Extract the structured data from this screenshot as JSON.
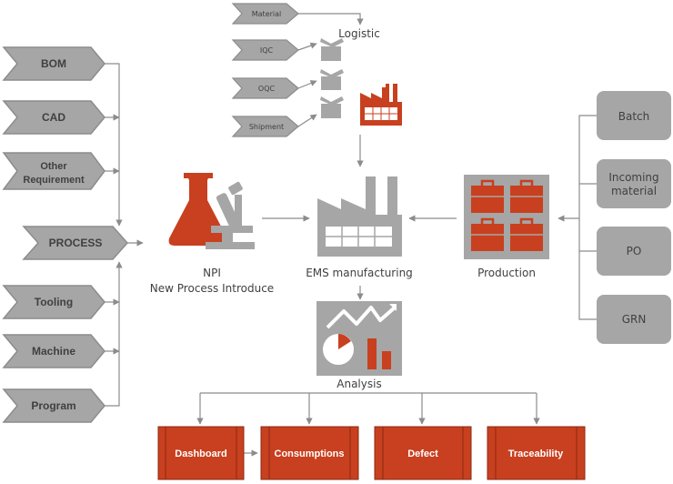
{
  "left_inputs": {
    "bom": "BOM",
    "cad": "CAD",
    "other_req_line1": "Other",
    "other_req_line2": "Requirement",
    "process": "PROCESS",
    "tooling": "Tooling",
    "machine": "Machine",
    "program": "Program"
  },
  "logistic": {
    "title": "Logistic",
    "material": "Material",
    "iqc": "IQC",
    "oqc": "OQC",
    "shipment": "Shipment"
  },
  "npi": {
    "line1": "NPI",
    "line2": "New Process Introduce"
  },
  "ems": {
    "label": "EMS manufacturing"
  },
  "production": {
    "label": "Production"
  },
  "analysis": {
    "label": "Analysis"
  },
  "right_inputs": {
    "batch": "Batch",
    "incoming_line1": "Incoming",
    "incoming_line2": "material",
    "po": "PO",
    "grn": "GRN"
  },
  "outputs": {
    "dashboard": "Dashboard",
    "consumptions": "Consumptions",
    "defect": "Defect",
    "traceability": "Traceability"
  },
  "colors": {
    "accent_red": "#c8401f",
    "gray_box": "#a6a6a6",
    "connector": "#8c8c8c"
  }
}
